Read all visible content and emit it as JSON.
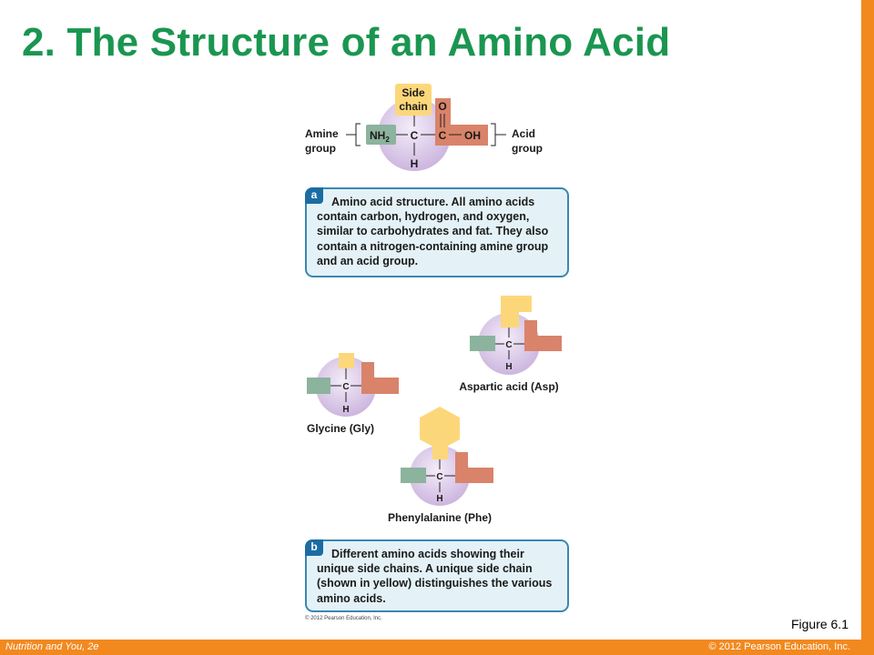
{
  "slide": {
    "title": "2. The Structure of an Amino Acid",
    "figure_label": "Figure 6.1",
    "footer_left": "Nutrition and You, 2e",
    "footer_right": "© 2012 Pearson Education, Inc."
  },
  "diagram": {
    "structure": {
      "side_chain_line1": "Side",
      "side_chain_line2": "chain",
      "amine_line1": "Amine",
      "amine_line2": "group",
      "acid_line1": "Acid",
      "acid_line2": "group",
      "nh2": "NH",
      "nh2_sub": "2",
      "carbon": "C",
      "hydrogen": "H",
      "oxygen": "O",
      "oh": "OH"
    },
    "caption_a": {
      "tag": "a",
      "text": "Amino acid structure. All amino acids contain carbon, hydrogen, and oxygen, similar to carbohydrates and fat. They also contain a nitrogen-containing amine group and an acid group."
    },
    "examples": {
      "aspartic": "Aspartic acid (Asp)",
      "glycine": "Glycine (Gly)",
      "phenylalanine": "Phenylalanine (Phe)",
      "carbon": "C",
      "hydrogen": "H"
    },
    "caption_b": {
      "tag": "b",
      "text": "Different amino acids showing their unique side chains. A unique side chain (shown in yellow) distinguishes the various amino acids."
    },
    "copyright": "© 2012 Pearson Education, Inc.",
    "colors": {
      "title_green": "#1a9650",
      "side_chain_yellow": "#fcd77a",
      "acid_orange": "#d9836a",
      "amine_green": "#8bb39d",
      "circle_purple": "#dccbe8",
      "caption_fill": "#e4f2f7",
      "caption_border": "#3b86b3",
      "slide_orange": "#f2891f"
    }
  }
}
